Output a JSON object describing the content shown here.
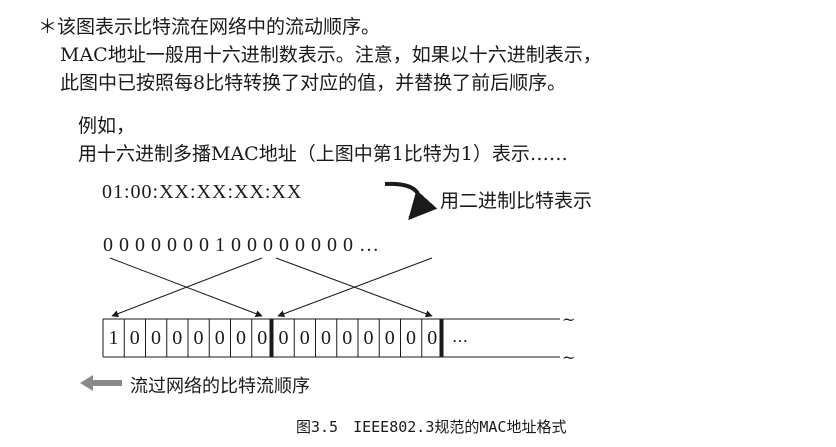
{
  "note": {
    "line1": "＊该图表示比特流在网络中的流动顺序。",
    "line2": "MAC地址一般用十六进制数表示。注意，如果以十六进制表示，",
    "line3": "此图中已按照每8比特转换了对应的值，并替换了前后顺序。"
  },
  "example": {
    "heading": "例如，",
    "desc": "用十六进制多播MAC地址（上图中第1比特为1）表示……"
  },
  "hex_address": "01:00:XX:XX:XX:XX",
  "binary_label": "用二进制比特表示",
  "bits_row": "0 0 0 0 0 0 0 1 0 0 0 0 0 0 0 0 …",
  "cells": [
    "1",
    "0",
    "0",
    "0",
    "0",
    "0",
    "0",
    "0",
    "0",
    "0",
    "0",
    "0",
    "0",
    "0",
    "0",
    "0"
  ],
  "cells_ellipsis": "…",
  "tilde": "~",
  "flow_label": "流过网络的比特流顺序",
  "caption": "图3.5　IEEE802.3规范的MAC地址格式"
}
